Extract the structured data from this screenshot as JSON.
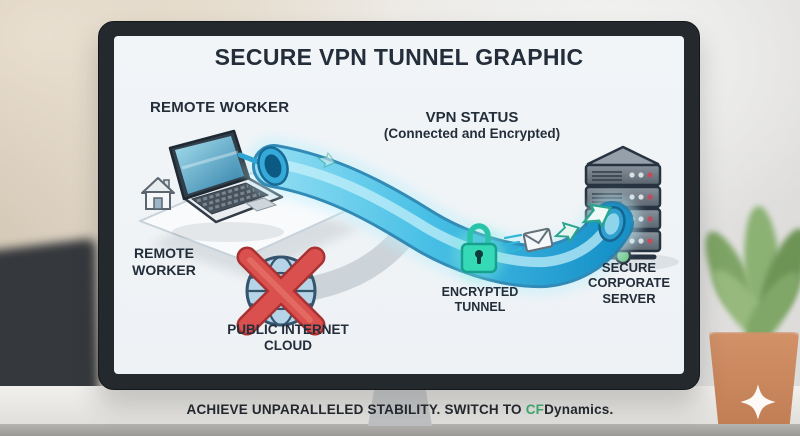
{
  "colors": {
    "ink": "#232e3a",
    "brand_green": "#3da46c",
    "bezel": "#24292e",
    "screen_bg": "#eef2f5",
    "alert_red": "#d9504e",
    "lock_teal": "#35d9b5",
    "tunnel_light": "#9fe3f5",
    "tunnel_deep": "#1792c9"
  },
  "monitor": {
    "title": "SECURE VPN TUNNEL GRAPHIC",
    "remote_worker_heading": "REMOTE WORKER",
    "vpn_status_title": "VPN STATUS",
    "vpn_status_subtitle": "(Connected and Encrypted)",
    "remote_worker_caption": "REMOTE\nWORKER",
    "public_internet_caption": "PUBLIC INTERNET\nCLOUD",
    "encrypted_tunnel_caption": "ENCRYPTED\nTUNNEL",
    "server_caption": "SECURE\nCORPORATE\nSERVER"
  },
  "tagline": {
    "text": "ACHIEVE UNPARALLELED STABILITY. SWITCH TO ",
    "brand_highlight": "CF",
    "brand_rest": "Dynamics."
  },
  "icons": [
    "laptop-icon",
    "house-icon",
    "globe-icon",
    "blocked-x-icon",
    "padlock-icon",
    "envelope-icon",
    "arrow-icon",
    "server-stack-icon",
    "network-node-icon",
    "sparkle-icon"
  ]
}
